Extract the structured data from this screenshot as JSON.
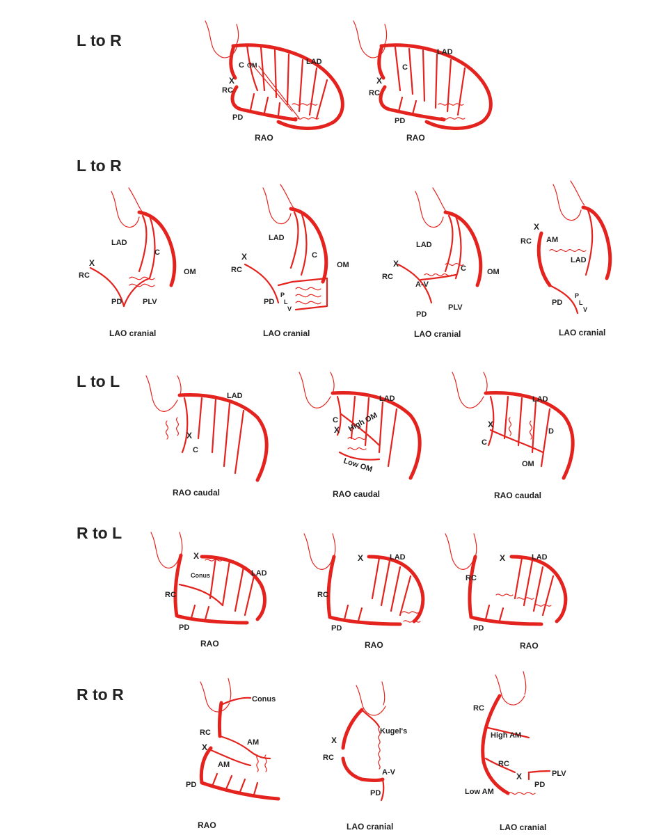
{
  "colors": {
    "vessel": "#e4231e",
    "text": "#222222",
    "background": "#ffffff"
  },
  "rows": [
    {
      "heading": "L to R",
      "panels": [
        {
          "caption": "RAO",
          "labels": [
            "C",
            "OM",
            "LAD",
            "X",
            "RC",
            "PD"
          ]
        },
        {
          "caption": "RAO",
          "labels": [
            "LAD",
            "C",
            "X",
            "RC",
            "PD"
          ]
        }
      ]
    },
    {
      "heading": "L to R",
      "panels": [
        {
          "caption": "LAO cranial",
          "labels": [
            "LAD",
            "C",
            "OM",
            "X",
            "RC",
            "PD",
            "PLV"
          ]
        },
        {
          "caption": "LAO cranial",
          "labels": [
            "LAD",
            "C",
            "OM",
            "X",
            "RC",
            "PD",
            "P",
            "L",
            "V"
          ]
        },
        {
          "caption": "LAO cranial",
          "labels": [
            "LAD",
            "C",
            "OM",
            "X",
            "RC",
            "A-V",
            "PD",
            "PLV"
          ]
        },
        {
          "caption": "LAO cranial",
          "labels": [
            "X",
            "RC",
            "AM",
            "LAD",
            "PD",
            "P",
            "L",
            "V"
          ]
        }
      ]
    },
    {
      "heading": "L to L",
      "panels": [
        {
          "caption": "RAO caudal",
          "labels": [
            "LAD",
            "X",
            "C"
          ]
        },
        {
          "caption": "RAO caudal",
          "labels": [
            "LAD",
            "C",
            "X",
            "High OM",
            "Low OM"
          ]
        },
        {
          "caption": "RAO caudal",
          "labels": [
            "LAD",
            "X",
            "C",
            "D",
            "OM"
          ]
        }
      ]
    },
    {
      "heading": "R to L",
      "panels": [
        {
          "caption": "RAO",
          "labels": [
            "X",
            "Conus",
            "LAD",
            "RC",
            "PD"
          ]
        },
        {
          "caption": "RAO",
          "labels": [
            "X",
            "LAD",
            "RC",
            "PD"
          ]
        },
        {
          "caption": "RAO",
          "labels": [
            "X",
            "LAD",
            "RC",
            "PD"
          ]
        }
      ]
    },
    {
      "heading": "R to R",
      "panels": [
        {
          "caption": "RAO",
          "labels": [
            "Conus",
            "RC",
            "AM",
            "X",
            "AM",
            "PD"
          ]
        },
        {
          "caption": "LAO cranial",
          "labels": [
            "Kugel's",
            "X",
            "RC",
            "A-V",
            "PD"
          ]
        },
        {
          "caption": "LAO cranial",
          "labels": [
            "RC",
            "High AM",
            "RC",
            "X",
            "PLV",
            "PD",
            "Low AM"
          ]
        }
      ]
    }
  ]
}
